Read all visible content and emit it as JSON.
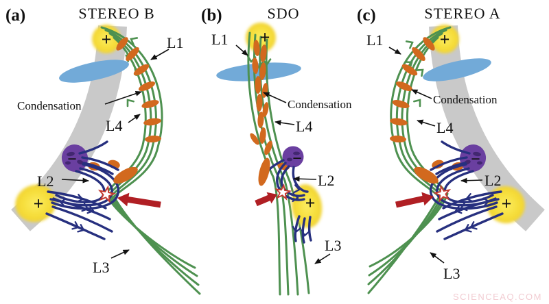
{
  "figure": {
    "panels": [
      {
        "tag": "(a)",
        "title": "STEREO B",
        "labels": {
          "l1": "L1",
          "l4": "L4",
          "l2": "L2",
          "l3": "L3",
          "condensation": "Condensation"
        },
        "symbols": {
          "plus_top": "+",
          "plus_bottom": "+",
          "minus": "−"
        }
      },
      {
        "tag": "(b)",
        "title": "SDO",
        "labels": {
          "l1": "L1",
          "l4": "L4",
          "l2": "L2",
          "l3": "L3",
          "condensation": "Condensation"
        },
        "symbols": {
          "plus_top": "+",
          "plus_bottom": "+",
          "minus": "−"
        }
      },
      {
        "tag": "(c)",
        "title": "STEREO A",
        "labels": {
          "l1": "L1",
          "l4": "L4",
          "l2": "L2",
          "l3": "L3",
          "condensation": "Condensation"
        },
        "symbols": {
          "plus_top": "+",
          "plus_bottom": "+",
          "minus": "−"
        }
      }
    ],
    "watermark": "SCIENCEAQ.COM",
    "colors": {
      "field_line_green": "#4e9150",
      "loop_blue": "#27307f",
      "filament_blue": "#72aad8",
      "polarity_yellow": "#f6de3b",
      "polarity_purple": "#6a3fa0",
      "condensation_orange": "#d2691e",
      "flow_arrow_red": "#b01f24",
      "band_gray": "#c9c9c9",
      "reconnection_star_red": "#c43a2f",
      "watermark_pink": "#f2ccd2"
    }
  }
}
